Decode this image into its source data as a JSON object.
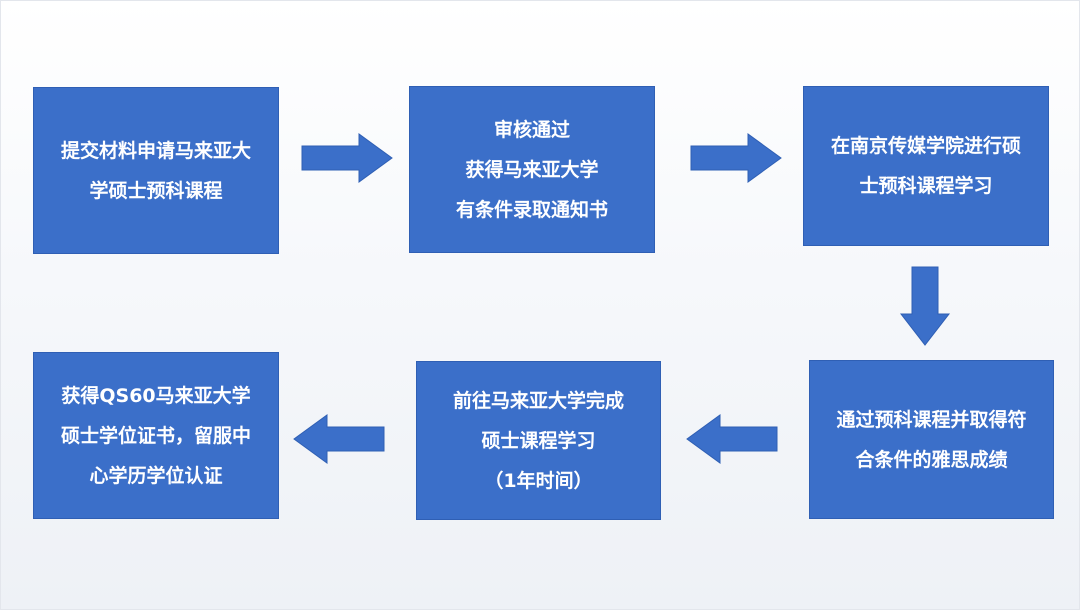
{
  "diagram": {
    "steps": [
      {
        "lines": [
          "提交材料申请马来亚大",
          "学硕士预科课程"
        ]
      },
      {
        "lines": [
          "审核通过",
          "获得马来亚大学",
          "有条件录取通知书"
        ]
      },
      {
        "lines": [
          "在南京传媒学院进行硕",
          "士预科课程学习"
        ]
      },
      {
        "lines": [
          "通过预科课程并取得符",
          "合条件的雅思成绩"
        ]
      },
      {
        "lines": [
          "前往马来亚大学完成",
          "硕士课程学习",
          "（1年时间）"
        ]
      },
      {
        "lines": [
          "获得QS60马来亚大学",
          "硕士学位证书，留服中",
          "心学历学位认证"
        ]
      }
    ],
    "colors": {
      "box_fill": "#3b6fc9",
      "box_border": "#2f5fb4",
      "text": "#ffffff"
    }
  }
}
